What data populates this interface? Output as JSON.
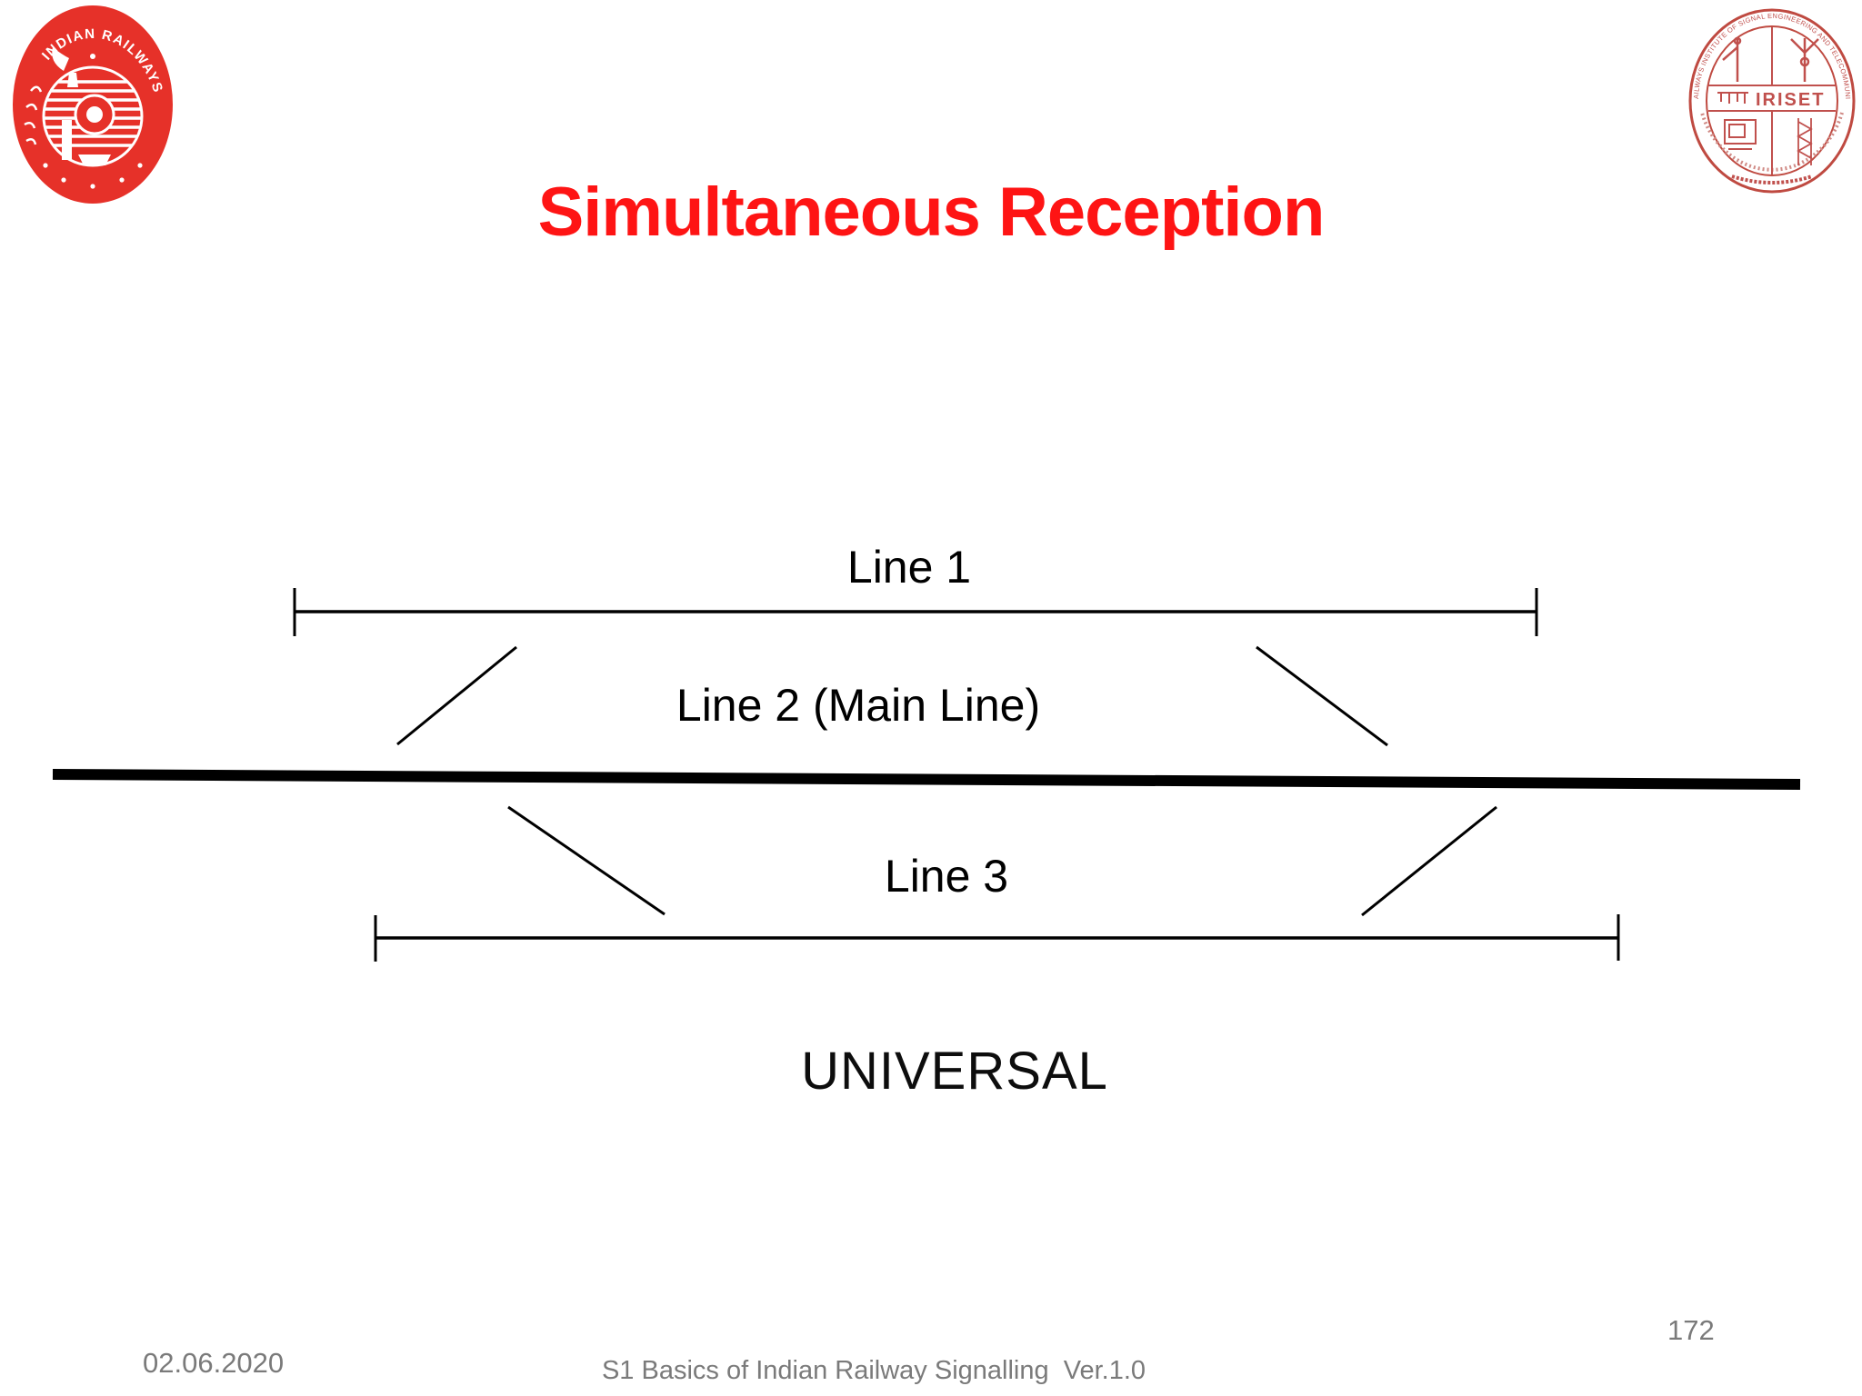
{
  "slide": {
    "title": "Simultaneous Reception",
    "caption": "UNIVERSAL"
  },
  "logos": {
    "indian_railways": {
      "arc_text": "INDIAN RAILWAYS"
    },
    "iriset": {
      "label": "IRISET",
      "ring_text": "INDIAN RAILWAYS INSTITUTE OF SIGNAL ENGINEERING AND TELECOMMUNICATIONS"
    }
  },
  "diagram": {
    "line1_label": "Line 1",
    "line2_label": "Line 2 (Main Line)",
    "line3_label": "Line 3"
  },
  "footer": {
    "date": "02.06.2020",
    "course": "S1 Basics of Indian Railway Signalling  Ver.1.0",
    "page": "172"
  },
  "colors": {
    "title_red": "#fe1414",
    "emblem_red": "#e63129",
    "seal_red": "#c0504d",
    "track_black": "#000000",
    "footer_gray": "#7a7a7a"
  }
}
